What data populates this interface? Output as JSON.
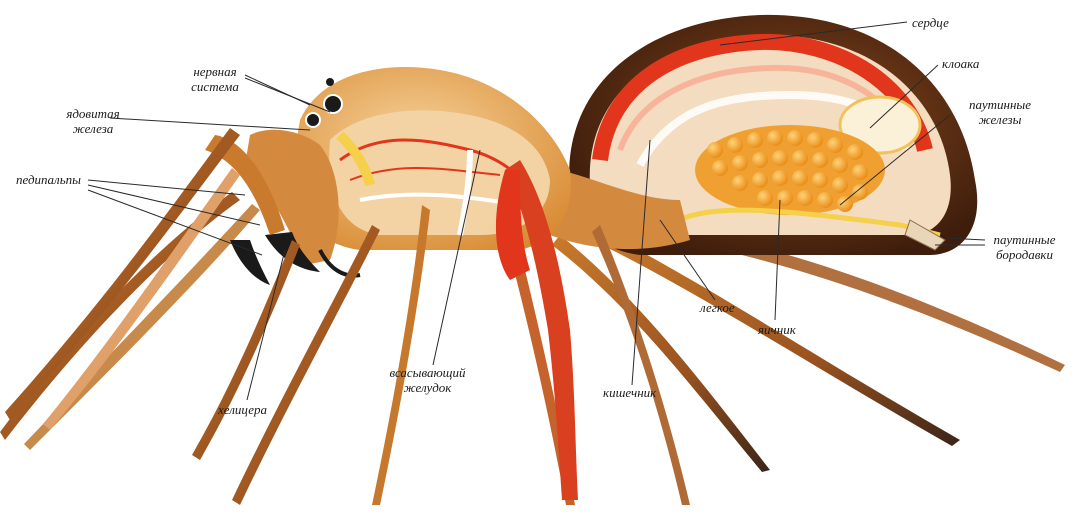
{
  "labels": {
    "serdtse": "сердце",
    "kloaka": "клоака",
    "pautinnye_zhelezy_1": "паутинные",
    "pautinnye_zhelezy_2": "железы",
    "pautinnye_borodavki_1": "паутинные",
    "pautinnye_borodavki_2": "бородавки",
    "yaichnik": "яичник",
    "legkoe": "легкое",
    "kishechnik": "кишечник",
    "vsasyvayushchiy_1": "всасывающий",
    "vsasyvayushchiy_2": "желудок",
    "khelitsera": "хелицера",
    "pedipalpy": "педипальпы",
    "yadovitaya_1": "ядовитая",
    "yadovitaya_2": "железа",
    "nervnaya_1": "нервная",
    "nervnaya_2": "система"
  },
  "colors": {
    "body_orange": "#e08a2a",
    "body_light": "#f4c987",
    "heart_red": "#e2361c",
    "eggs_orange": "#f5a21a",
    "abdomen_brown": "#5a2c14",
    "leg_dark": "#3a2418"
  }
}
